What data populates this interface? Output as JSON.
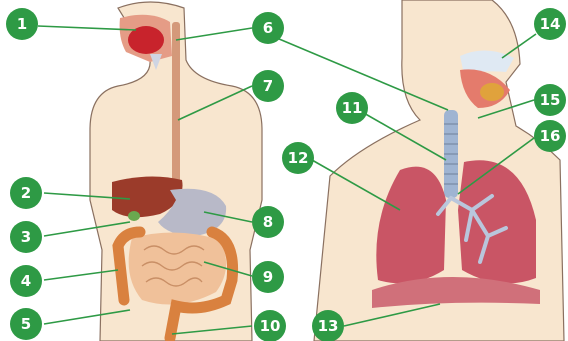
{
  "markers": [
    {
      "id": "marker-1",
      "label": "1"
    },
    {
      "id": "marker-2",
      "label": "2"
    },
    {
      "id": "marker-3",
      "label": "3"
    },
    {
      "id": "marker-4",
      "label": "4"
    },
    {
      "id": "marker-5",
      "label": "5"
    },
    {
      "id": "marker-6",
      "label": "6"
    },
    {
      "id": "marker-7",
      "label": "7"
    },
    {
      "id": "marker-8",
      "label": "8"
    },
    {
      "id": "marker-9",
      "label": "9"
    },
    {
      "id": "marker-10",
      "label": "10"
    },
    {
      "id": "marker-11",
      "label": "11"
    },
    {
      "id": "marker-12",
      "label": "12"
    },
    {
      "id": "marker-13",
      "label": "13"
    },
    {
      "id": "marker-14",
      "label": "14"
    },
    {
      "id": "marker-15",
      "label": "15"
    },
    {
      "id": "marker-16",
      "label": "16"
    }
  ],
  "colors": {
    "marker": "#2e9a45",
    "skin": "#f8e6cf",
    "liver": "#9b3b2a",
    "stomach": "#b8b9c8",
    "intestine": "#f0c19a",
    "colon": "#d9813f",
    "lung": "#c95565",
    "diaphragm": "#d0707a",
    "trachea": "#9fb4d2"
  }
}
